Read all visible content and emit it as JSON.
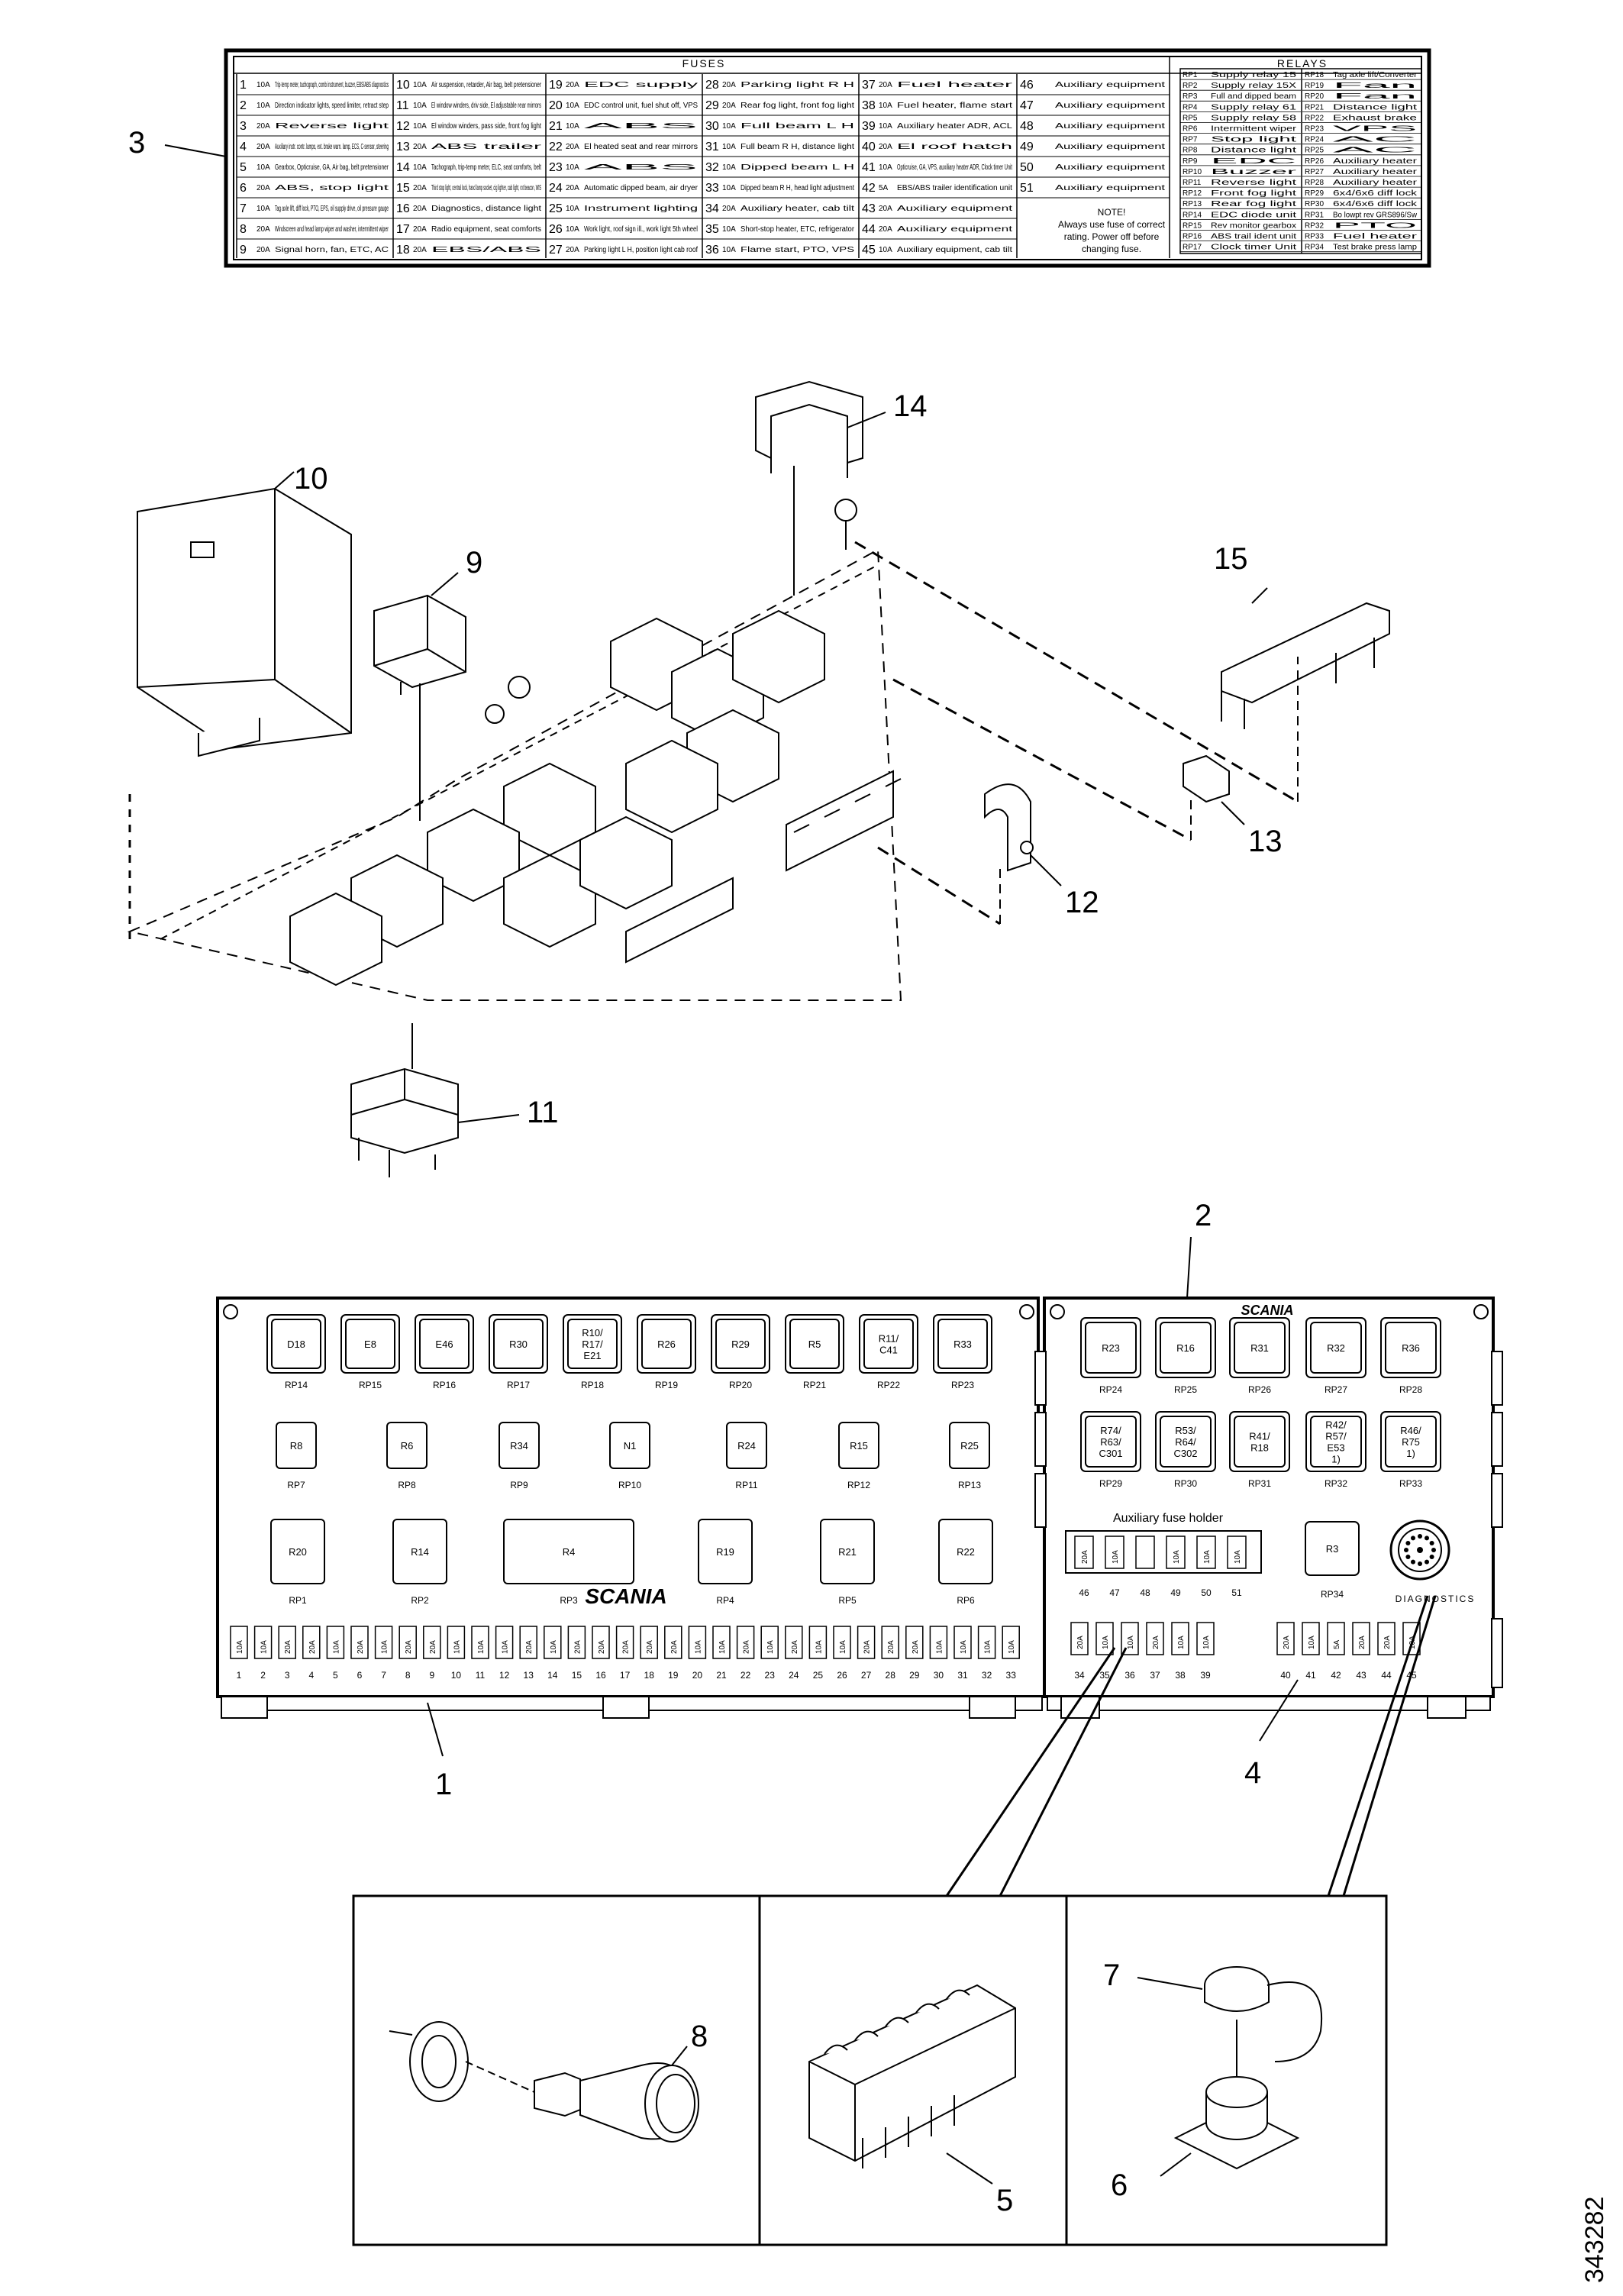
{
  "reference_number": "343282",
  "callouts": [
    "1",
    "2",
    "3",
    "4",
    "5",
    "6",
    "7",
    "8",
    "9",
    "10",
    "11",
    "12",
    "13",
    "14",
    "15"
  ],
  "label": {
    "fuses_title": "FUSES",
    "relays_title": "RELAYS",
    "note": [
      "NOTE!",
      "Always use fuse of correct",
      "rating. Power off before",
      "changing fuse."
    ],
    "fuses": [
      {
        "no": "1",
        "amp": "10A",
        "desc": "Trip-temp meter, tachograph, comb instrument, buzzer, EBS/ABS diagnostics"
      },
      {
        "no": "2",
        "amp": "10A",
        "desc": "Direction indicator lights, speed limiter, retract step"
      },
      {
        "no": "3",
        "amp": "20A",
        "desc": "Reverse light"
      },
      {
        "no": "4",
        "amp": "20A",
        "desc": "Auxiliary instr. contr. lamps, ext. brake warn. lamp, ECS, C-sensor, steering"
      },
      {
        "no": "5",
        "amp": "10A",
        "desc": "Gearbox, Opticruise, GA, Air bag, belt pretensioner"
      },
      {
        "no": "6",
        "amp": "20A",
        "desc": "ABS, stop light"
      },
      {
        "no": "7",
        "amp": "10A",
        "desc": "Tag axle lift, diff lock, PTO, EPS, oil supply drive, oil pressure gauge"
      },
      {
        "no": "8",
        "amp": "20A",
        "desc": "Windscreen and head lamp wiper and washer, intermittent wiper"
      },
      {
        "no": "9",
        "amp": "20A",
        "desc": "Signal horn, fan, ETC, AC"
      },
      {
        "no": "10",
        "amp": "10A",
        "desc": "Air suspension, retarder, Air bag, belt pretensioner"
      },
      {
        "no": "11",
        "amp": "10A",
        "desc": "El window winders, driv side, El adjustable rear mirrors"
      },
      {
        "no": "12",
        "amp": "10A",
        "desc": "El window winders, pass side, front fog light"
      },
      {
        "no": "13",
        "amp": "20A",
        "desc": "ABS trailer"
      },
      {
        "no": "14",
        "amp": "10A",
        "desc": "Tachograph, trip-temp meter, ELC, seat comforts, belt"
      },
      {
        "no": "15",
        "amp": "20A",
        "desc": "Third stop light, central lock, hand lamp socket, cig lighter, cab light, rot beacon, WIS"
      },
      {
        "no": "16",
        "amp": "20A",
        "desc": "Diagnostics, distance light"
      },
      {
        "no": "17",
        "amp": "20A",
        "desc": "Radio equipment, seat comforts"
      },
      {
        "no": "18",
        "amp": "20A",
        "desc": "EBS/ABS"
      },
      {
        "no": "19",
        "amp": "20A",
        "desc": "EDC supply"
      },
      {
        "no": "20",
        "amp": "10A",
        "desc": "EDC control unit, fuel shut off, VPS"
      },
      {
        "no": "21",
        "amp": "10A",
        "desc": "ABS"
      },
      {
        "no": "22",
        "amp": "20A",
        "desc": "El heated seat and rear mirrors"
      },
      {
        "no": "23",
        "amp": "10A",
        "desc": "ABS"
      },
      {
        "no": "24",
        "amp": "20A",
        "desc": "Automatic dipped beam, air dryer"
      },
      {
        "no": "25",
        "amp": "10A",
        "desc": "Instrument lighting"
      },
      {
        "no": "26",
        "amp": "10A",
        "desc": "Work light, roof sign ill., work light 5th wheel"
      },
      {
        "no": "27",
        "amp": "20A",
        "desc": "Parking light L H, position light cab roof"
      },
      {
        "no": "28",
        "amp": "20A",
        "desc": "Parking light R H"
      },
      {
        "no": "29",
        "amp": "20A",
        "desc": "Rear fog light, front fog light"
      },
      {
        "no": "30",
        "amp": "10A",
        "desc": "Full beam L H"
      },
      {
        "no": "31",
        "amp": "10A",
        "desc": "Full beam R H, distance light"
      },
      {
        "no": "32",
        "amp": "10A",
        "desc": "Dipped beam L H"
      },
      {
        "no": "33",
        "amp": "10A",
        "desc": "Dipped beam R H, head light adjustment"
      },
      {
        "no": "34",
        "amp": "20A",
        "desc": "Auxiliary heater, cab tilt"
      },
      {
        "no": "35",
        "amp": "10A",
        "desc": "Short-stop heater, ETC, refrigerator"
      },
      {
        "no": "36",
        "amp": "10A",
        "desc": "Flame start, PTO, VPS"
      },
      {
        "no": "37",
        "amp": "20A",
        "desc": "Fuel heater"
      },
      {
        "no": "38",
        "amp": "10A",
        "desc": "Fuel heater, flame start"
      },
      {
        "no": "39",
        "amp": "10A",
        "desc": "Auxiliary heater ADR, ACL"
      },
      {
        "no": "40",
        "amp": "20A",
        "desc": "El roof hatch"
      },
      {
        "no": "41",
        "amp": "10A",
        "desc": "Opticruise, GA, VPS, auxiliary heater ADR, Clock timer Unit"
      },
      {
        "no": "42",
        "amp": "5A",
        "desc": "EBS/ABS trailer identification unit"
      },
      {
        "no": "43",
        "amp": "20A",
        "desc": "Auxiliary equipment"
      },
      {
        "no": "44",
        "amp": "20A",
        "desc": "Auxiliary equipment"
      },
      {
        "no": "45",
        "amp": "10A",
        "desc": "Auxiliary equipment, cab tilt"
      },
      {
        "no": "46",
        "amp": "",
        "desc": "Auxiliary equipment"
      },
      {
        "no": "47",
        "amp": "",
        "desc": "Auxiliary equipment"
      },
      {
        "no": "48",
        "amp": "",
        "desc": "Auxiliary equipment"
      },
      {
        "no": "49",
        "amp": "",
        "desc": "Auxiliary equipment"
      },
      {
        "no": "50",
        "amp": "",
        "desc": "Auxiliary equipment"
      },
      {
        "no": "51",
        "amp": "",
        "desc": "Auxiliary equipment"
      }
    ],
    "relays": [
      {
        "no": "RP1",
        "desc": "Supply relay 15"
      },
      {
        "no": "RP2",
        "desc": "Supply relay 15X"
      },
      {
        "no": "RP3",
        "desc": "Full and dipped beam"
      },
      {
        "no": "RP4",
        "desc": "Supply relay 61"
      },
      {
        "no": "RP5",
        "desc": "Supply relay 58"
      },
      {
        "no": "RP6",
        "desc": "Intermittent wiper"
      },
      {
        "no": "RP7",
        "desc": "Stop light"
      },
      {
        "no": "RP8",
        "desc": "Distance light"
      },
      {
        "no": "RP9",
        "desc": "EDC"
      },
      {
        "no": "RP10",
        "desc": "Buzzer"
      },
      {
        "no": "RP11",
        "desc": "Reverse light"
      },
      {
        "no": "RP12",
        "desc": "Front fog light"
      },
      {
        "no": "RP13",
        "desc": "Rear fog light"
      },
      {
        "no": "RP14",
        "desc": "EDC diode unit"
      },
      {
        "no": "RP15",
        "desc": "Rev monitor gearbox"
      },
      {
        "no": "RP16",
        "desc": "ABS trail ident unit"
      },
      {
        "no": "RP17",
        "desc": "Clock timer Unit"
      },
      {
        "no": "RP18",
        "desc": "Tag axle lift/Converter"
      },
      {
        "no": "RP19",
        "desc": "Fan"
      },
      {
        "no": "RP20",
        "desc": "Fan"
      },
      {
        "no": "RP21",
        "desc": "Distance light"
      },
      {
        "no": "RP22",
        "desc": "Exhaust brake"
      },
      {
        "no": "RP23",
        "desc": "VPS"
      },
      {
        "no": "RP24",
        "desc": "AC"
      },
      {
        "no": "RP25",
        "desc": "AC"
      },
      {
        "no": "RP26",
        "desc": "Auxiliary heater"
      },
      {
        "no": "RP27",
        "desc": "Auxiliary heater"
      },
      {
        "no": "RP28",
        "desc": "Auxiliary heater"
      },
      {
        "no": "RP29",
        "desc": "6x4/6x6 diff lock"
      },
      {
        "no": "RP30",
        "desc": "6x4/6x6 diff lock"
      },
      {
        "no": "RP31",
        "desc": "Bo lowpt rev GRS896/Sw"
      },
      {
        "no": "RP32",
        "desc": "PTO"
      },
      {
        "no": "RP33",
        "desc": "Fuel heater"
      },
      {
        "no": "RP34",
        "desc": "Test brake press lamp"
      }
    ]
  },
  "central_unit": {
    "brand": "SCANIA",
    "top_relays": [
      {
        "label": "D18",
        "pos": "RP14"
      },
      {
        "label": "E8",
        "pos": "RP15"
      },
      {
        "label": "E46",
        "pos": "RP16"
      },
      {
        "label": "R30",
        "pos": "RP17"
      },
      {
        "label": "R10/ R17/ E21",
        "pos": "RP18"
      },
      {
        "label": "R26",
        "pos": "RP19"
      },
      {
        "label": "R29",
        "pos": "RP20"
      },
      {
        "label": "R5",
        "pos": "RP21"
      },
      {
        "label": "R11/ C41",
        "pos": "RP22"
      },
      {
        "label": "R33",
        "pos": "RP23"
      }
    ],
    "mid_relays": [
      {
        "label": "R8",
        "pos": "RP7"
      },
      {
        "label": "R6",
        "pos": "RP8"
      },
      {
        "label": "R34",
        "pos": "RP9"
      },
      {
        "label": "N1",
        "pos": "RP10"
      },
      {
        "label": "R24",
        "pos": "RP11"
      },
      {
        "label": "R15",
        "pos": "RP12"
      },
      {
        "label": "R25",
        "pos": "RP13"
      }
    ],
    "low_relays": [
      {
        "label": "R20",
        "pos": "RP1"
      },
      {
        "label": "R14",
        "pos": "RP2"
      },
      {
        "label": "R4",
        "pos": "RP3"
      },
      {
        "label": "R19",
        "pos": "RP4"
      },
      {
        "label": "R21",
        "pos": "RP5"
      },
      {
        "label": "R22",
        "pos": "RP6"
      }
    ],
    "fuse_amps": [
      "10A",
      "10A",
      "20A",
      "20A",
      "10A",
      "20A",
      "10A",
      "20A",
      "20A",
      "10A",
      "10A",
      "10A",
      "20A",
      "10A",
      "20A",
      "20A",
      "20A",
      "20A",
      "20A",
      "10A",
      "10A",
      "20A",
      "10A",
      "20A",
      "10A",
      "10A",
      "20A",
      "20A",
      "20A",
      "10A",
      "10A",
      "10A",
      "10A"
    ],
    "fuse_numbers": [
      "1",
      "2",
      "3",
      "4",
      "5",
      "6",
      "7",
      "8",
      "9",
      "10",
      "11",
      "12",
      "13",
      "14",
      "15",
      "16",
      "17",
      "18",
      "19",
      "20",
      "21",
      "22",
      "23",
      "24",
      "25",
      "26",
      "27",
      "28",
      "29",
      "30",
      "31",
      "32",
      "33"
    ]
  },
  "aux_unit": {
    "brand": "SCANIA",
    "row1": [
      {
        "label": "R23",
        "pos": "RP24"
      },
      {
        "label": "R16",
        "pos": "RP25"
      },
      {
        "label": "R31",
        "pos": "RP26"
      },
      {
        "label": "R32",
        "pos": "RP27"
      },
      {
        "label": "R36",
        "pos": "RP28"
      }
    ],
    "row2": [
      {
        "label": "R74/ R63/ C301",
        "pos": "RP29"
      },
      {
        "label": "R53/ R64/ C302",
        "pos": "RP30"
      },
      {
        "label": "R41/ R18",
        "pos": "RP31"
      },
      {
        "label": "R42/ R57/ E53 1)",
        "pos": "RP32"
      },
      {
        "label": "R46/ R75 1)",
        "pos": "RP33"
      }
    ],
    "r3": {
      "label": "R3",
      "pos": "RP34"
    },
    "aux_holder_title": "Auxiliary fuse holder",
    "aux_fuses": [
      {
        "no": "46",
        "amp": "20A"
      },
      {
        "no": "47",
        "amp": "10A"
      },
      {
        "no": "48",
        "amp": ""
      },
      {
        "no": "49",
        "amp": "10A"
      },
      {
        "no": "50",
        "amp": "10A"
      },
      {
        "no": "51",
        "amp": "10A"
      }
    ],
    "diagnostics": "DIAGNOSTICS",
    "fuses_left": [
      {
        "no": "34",
        "amp": "20A"
      },
      {
        "no": "35",
        "amp": "10A"
      },
      {
        "no": "36",
        "amp": "10A"
      },
      {
        "no": "37",
        "amp": "20A"
      },
      {
        "no": "38",
        "amp": "10A"
      },
      {
        "no": "39",
        "amp": "10A"
      }
    ],
    "fuses_right": [
      {
        "no": "40",
        "amp": "20A"
      },
      {
        "no": "41",
        "amp": "10A"
      },
      {
        "no": "42",
        "amp": "5A"
      },
      {
        "no": "43",
        "amp": "20A"
      },
      {
        "no": "44",
        "amp": "20A"
      },
      {
        "no": "45",
        "amp": "10A"
      }
    ]
  }
}
